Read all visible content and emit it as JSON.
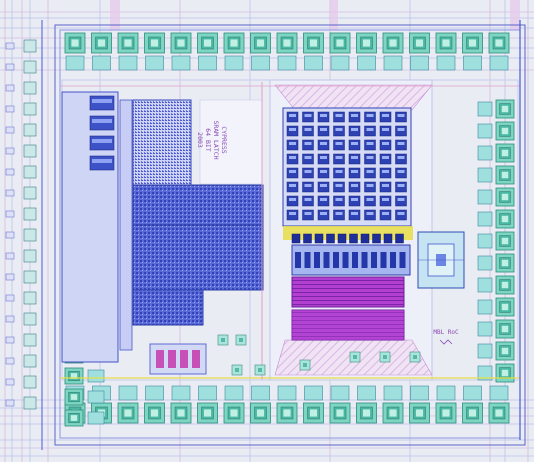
{
  "layout_view": {
    "annotations": [
      {
        "id": "sram-label",
        "lines": [
          "CYPRESS",
          "SRAM LATCH",
          "64 BIT",
          "2003"
        ]
      },
      {
        "id": "corner-label",
        "lines": [
          "MBL RoC"
        ]
      }
    ]
  },
  "colors": {
    "background": "#e9ecf3",
    "pad_fill": "#7cd6c3",
    "pad_inner": "#49b7a2",
    "pad_stroke": "#2f8b7c",
    "metal_blue": "#4a5ad8",
    "metal_dark": "#2b3ea8",
    "poly_purple": "#8a35c8",
    "poly_magenta": "#c24fd3",
    "accent_yellow": "#e8dd46",
    "accent_pink": "#e3a0c8",
    "cell_cyan": "#8fd7dd",
    "label_purple": "#8a4cb4"
  }
}
